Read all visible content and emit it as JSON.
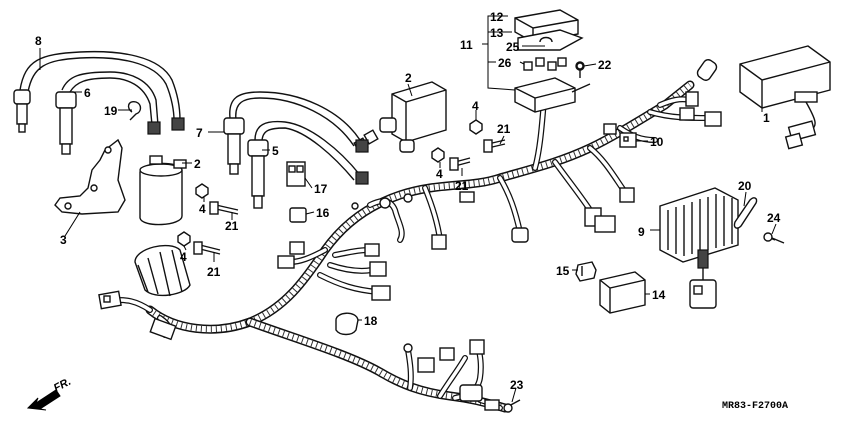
{
  "diagram": {
    "part_labels": {
      "p1": "1",
      "p2a": "2",
      "p2b": "2",
      "p3": "3",
      "p4a": "4",
      "p4b": "4",
      "p4c": "4",
      "p4d": "4",
      "p5": "5",
      "p6": "6",
      "p7": "7",
      "p8": "8",
      "p9": "9",
      "p10": "10",
      "p11": "11",
      "p12": "12",
      "p13": "13",
      "p14": "14",
      "p15": "15",
      "p16": "16",
      "p17": "17",
      "p18": "18",
      "p19": "19",
      "p20": "20",
      "p21a": "21",
      "p21b": "21",
      "p21c": "21",
      "p21d": "21",
      "p22": "22",
      "p23": "23",
      "p24": "24",
      "p25": "25",
      "p26": "26"
    },
    "front_label": "FR.",
    "diagram_code": "MR83-F2700A"
  }
}
